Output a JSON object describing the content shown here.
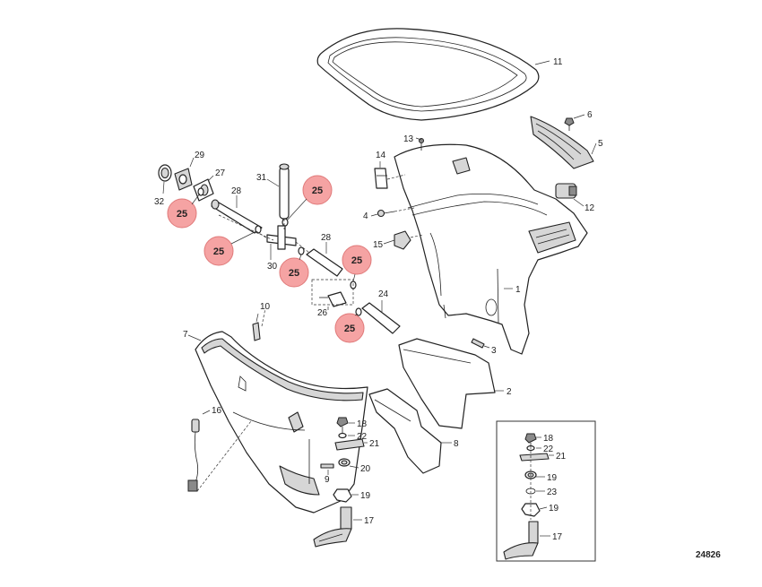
{
  "diagram_number": "24826",
  "highlight_color": "#f5a3a3",
  "highlight_stroke": "#e07a7a",
  "callouts": [
    {
      "id": "c-11",
      "label": "11"
    },
    {
      "id": "c-6",
      "label": "6"
    },
    {
      "id": "c-5",
      "label": "5"
    },
    {
      "id": "c-13",
      "label": "13"
    },
    {
      "id": "c-14",
      "label": "14"
    },
    {
      "id": "c-12",
      "label": "12"
    },
    {
      "id": "c-4",
      "label": "4"
    },
    {
      "id": "c-15",
      "label": "15"
    },
    {
      "id": "c-1",
      "label": "1"
    },
    {
      "id": "c-3",
      "label": "3"
    },
    {
      "id": "c-2",
      "label": "2"
    },
    {
      "id": "c-29",
      "label": "29"
    },
    {
      "id": "c-27",
      "label": "27"
    },
    {
      "id": "c-32",
      "label": "32"
    },
    {
      "id": "c-28a",
      "label": "28"
    },
    {
      "id": "c-31",
      "label": "31"
    },
    {
      "id": "c-28b",
      "label": "28"
    },
    {
      "id": "c-30",
      "label": "30"
    },
    {
      "id": "c-24",
      "label": "24"
    },
    {
      "id": "c-26",
      "label": "26"
    },
    {
      "id": "c-10",
      "label": "10"
    },
    {
      "id": "c-7",
      "label": "7"
    },
    {
      "id": "c-16",
      "label": "16"
    },
    {
      "id": "c-18",
      "label": "18"
    },
    {
      "id": "c-22",
      "label": "22"
    },
    {
      "id": "c-21",
      "label": "21"
    },
    {
      "id": "c-20",
      "label": "20"
    },
    {
      "id": "c-9",
      "label": "9"
    },
    {
      "id": "c-19",
      "label": "19"
    },
    {
      "id": "c-17",
      "label": "17"
    },
    {
      "id": "c-8",
      "label": "8"
    },
    {
      "id": "c-i18",
      "label": "18"
    },
    {
      "id": "c-i22",
      "label": "22"
    },
    {
      "id": "c-i21",
      "label": "21"
    },
    {
      "id": "c-i19a",
      "label": "19"
    },
    {
      "id": "c-i23",
      "label": "23"
    },
    {
      "id": "c-i19b",
      "label": "19"
    },
    {
      "id": "c-i17",
      "label": "17"
    }
  ],
  "highlighted_callouts": [
    {
      "id": "h-1",
      "label": "25"
    },
    {
      "id": "h-2",
      "label": "25"
    },
    {
      "id": "h-3",
      "label": "25"
    },
    {
      "id": "h-4",
      "label": "25"
    },
    {
      "id": "h-5",
      "label": "25"
    },
    {
      "id": "h-6",
      "label": "25"
    }
  ]
}
